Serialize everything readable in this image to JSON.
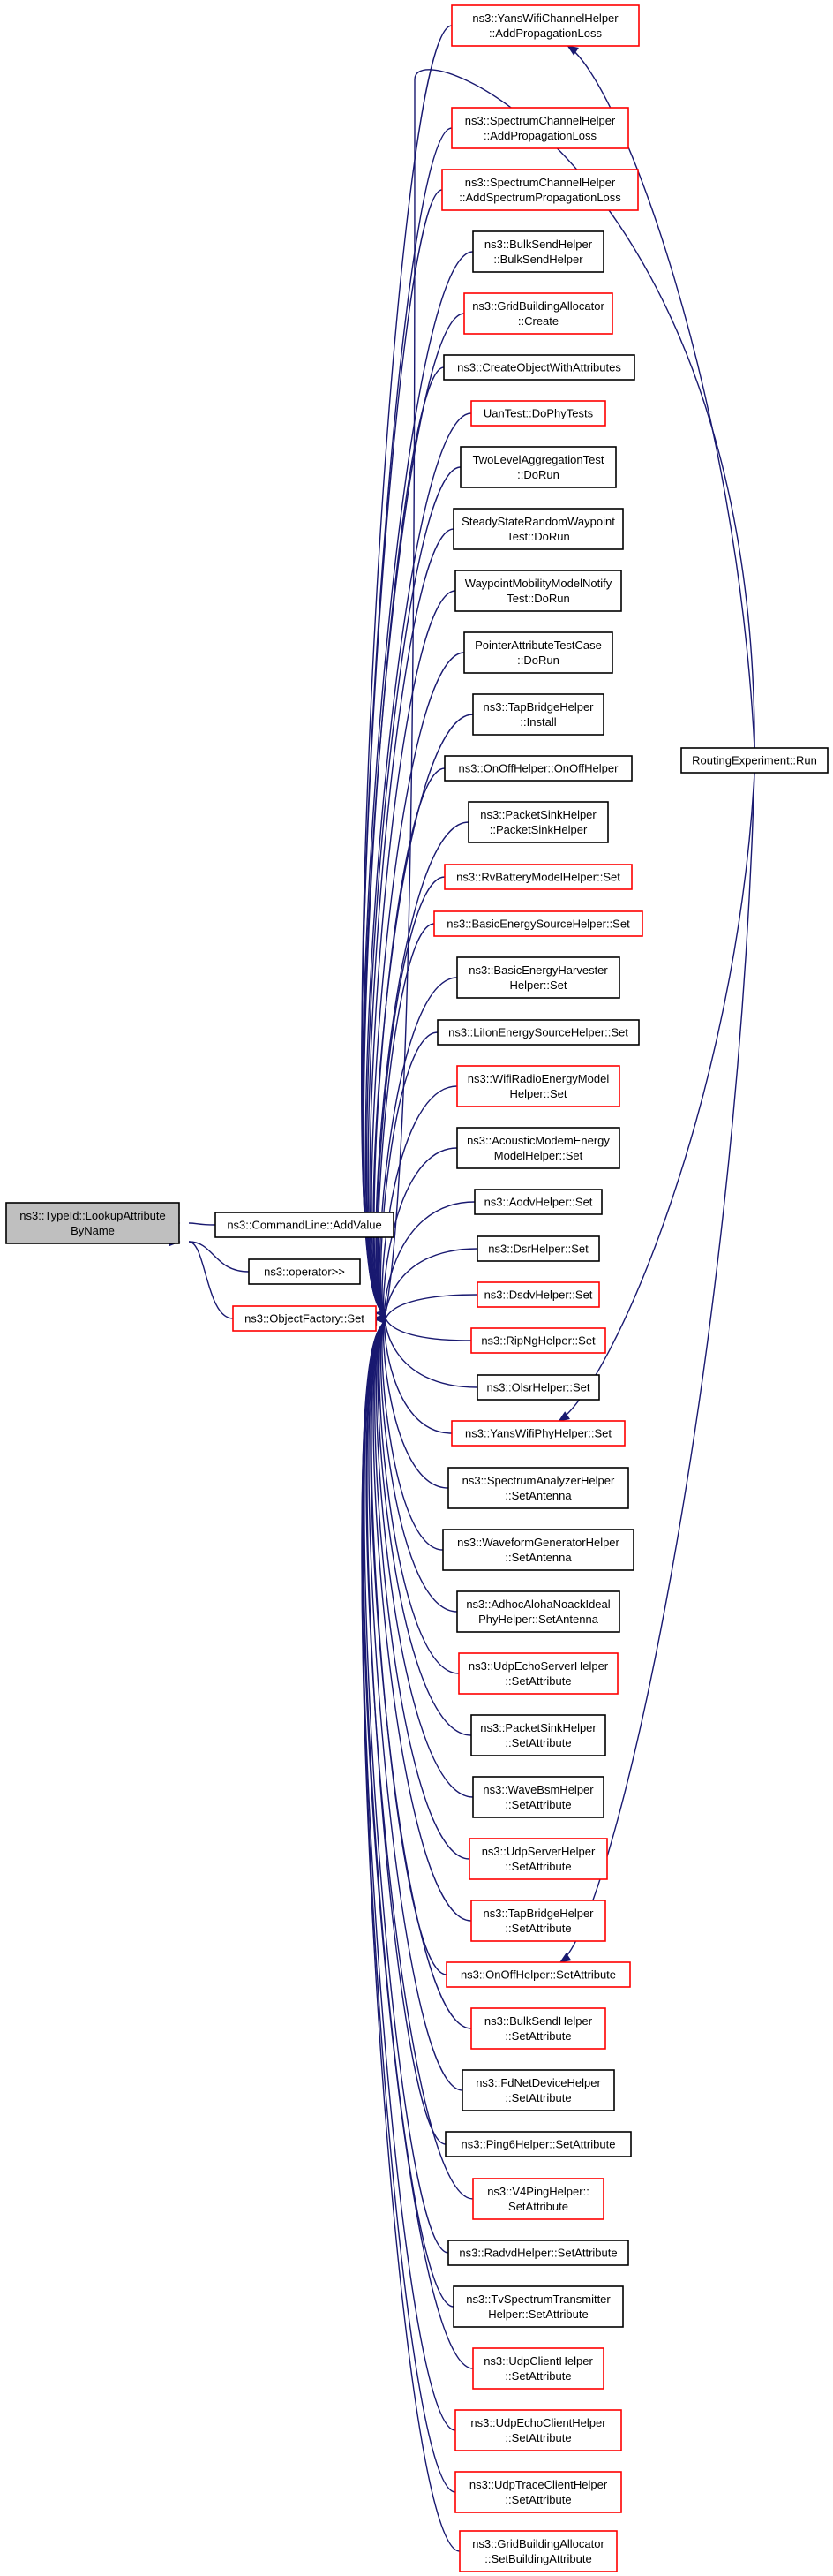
{
  "graph": {
    "root": {
      "id": "root",
      "label": [
        "ns3::TypeId::LookupAttribute",
        "ByName"
      ],
      "style": "root"
    },
    "level1": [
      {
        "id": "addvalue",
        "label": [
          "ns3::CommandLine::AddValue"
        ],
        "style": "black"
      },
      {
        "id": "operator",
        "label": [
          "ns3::operator>>"
        ],
        "style": "black"
      },
      {
        "id": "objfactset",
        "label": [
          "ns3::ObjectFactory::Set"
        ],
        "style": "red"
      }
    ],
    "callers": [
      {
        "id": "yanswifichannel",
        "label": [
          "ns3::YansWifiChannelHelper",
          "::AddPropagationLoss"
        ],
        "style": "red"
      },
      {
        "id": "specchan_prop",
        "label": [
          "ns3::SpectrumChannelHelper",
          "::AddPropagationLoss"
        ],
        "style": "red"
      },
      {
        "id": "specchan_specprop",
        "label": [
          "ns3::SpectrumChannelHelper",
          "::AddSpectrumPropagationLoss"
        ],
        "style": "red"
      },
      {
        "id": "bulksend_ctor",
        "label": [
          "ns3::BulkSendHelper",
          "::BulkSendHelper"
        ],
        "style": "black"
      },
      {
        "id": "gridbuilding_create",
        "label": [
          "ns3::GridBuildingAllocator",
          "::Create"
        ],
        "style": "red"
      },
      {
        "id": "createobj",
        "label": [
          "ns3::CreateObjectWithAttributes"
        ],
        "style": "black"
      },
      {
        "id": "uantest",
        "label": [
          "UanTest::DoPhyTests"
        ],
        "style": "red"
      },
      {
        "id": "twolevel",
        "label": [
          "TwoLevelAggregationTest",
          "::DoRun"
        ],
        "style": "black"
      },
      {
        "id": "steadystate",
        "label": [
          "SteadyStateRandomWaypoint",
          "Test::DoRun"
        ],
        "style": "black"
      },
      {
        "id": "waypointnotify",
        "label": [
          "WaypointMobilityModelNotify",
          "Test::DoRun"
        ],
        "style": "black"
      },
      {
        "id": "pointerattr",
        "label": [
          "PointerAttributeTestCase",
          "::DoRun"
        ],
        "style": "black"
      },
      {
        "id": "tapbridge_install",
        "label": [
          "ns3::TapBridgeHelper",
          "::Install"
        ],
        "style": "black"
      },
      {
        "id": "onoff_ctor",
        "label": [
          "ns3::OnOffHelper::OnOffHelper"
        ],
        "style": "black"
      },
      {
        "id": "packetsink_ctor",
        "label": [
          "ns3::PacketSinkHelper",
          "::PacketSinkHelper"
        ],
        "style": "black"
      },
      {
        "id": "rvbattery",
        "label": [
          "ns3::RvBatteryModelHelper::Set"
        ],
        "style": "red"
      },
      {
        "id": "basicenergysrc",
        "label": [
          "ns3::BasicEnergySourceHelper::Set"
        ],
        "style": "red"
      },
      {
        "id": "basicharvester",
        "label": [
          "ns3::BasicEnergyHarvester",
          "Helper::Set"
        ],
        "style": "black"
      },
      {
        "id": "liion",
        "label": [
          "ns3::LiIonEnergySourceHelper::Set"
        ],
        "style": "black"
      },
      {
        "id": "wifiradio",
        "label": [
          "ns3::WifiRadioEnergyModel",
          "Helper::Set"
        ],
        "style": "red"
      },
      {
        "id": "acoustic",
        "label": [
          "ns3::AcousticModemEnergy",
          "ModelHelper::Set"
        ],
        "style": "black"
      },
      {
        "id": "aodv",
        "label": [
          "ns3::AodvHelper::Set"
        ],
        "style": "black"
      },
      {
        "id": "dsr",
        "label": [
          "ns3::DsrHelper::Set"
        ],
        "style": "black"
      },
      {
        "id": "dsdv",
        "label": [
          "ns3::DsdvHelper::Set"
        ],
        "style": "red"
      },
      {
        "id": "ripng",
        "label": [
          "ns3::RipNgHelper::Set"
        ],
        "style": "red"
      },
      {
        "id": "olsr",
        "label": [
          "ns3::OlsrHelper::Set"
        ],
        "style": "black"
      },
      {
        "id": "yanswifiphy",
        "label": [
          "ns3::YansWifiPhyHelper::Set"
        ],
        "style": "red"
      },
      {
        "id": "specanalyzer",
        "label": [
          "ns3::SpectrumAnalyzerHelper",
          "::SetAntenna"
        ],
        "style": "black"
      },
      {
        "id": "waveformgen",
        "label": [
          "ns3::WaveformGeneratorHelper",
          "::SetAntenna"
        ],
        "style": "black"
      },
      {
        "id": "adhocaloha",
        "label": [
          "ns3::AdhocAlohaNoackIdeal",
          "PhyHelper::SetAntenna"
        ],
        "style": "black"
      },
      {
        "id": "udpechoserver",
        "label": [
          "ns3::UdpEchoServerHelper",
          "::SetAttribute"
        ],
        "style": "red"
      },
      {
        "id": "packetsink_setattr",
        "label": [
          "ns3::PacketSinkHelper",
          "::SetAttribute"
        ],
        "style": "black"
      },
      {
        "id": "wavebsm",
        "label": [
          "ns3::WaveBsmHelper",
          "::SetAttribute"
        ],
        "style": "black"
      },
      {
        "id": "udpserver",
        "label": [
          "ns3::UdpServerHelper",
          "::SetAttribute"
        ],
        "style": "red"
      },
      {
        "id": "tapbridge_setattr",
        "label": [
          "ns3::TapBridgeHelper",
          "::SetAttribute"
        ],
        "style": "red"
      },
      {
        "id": "onoff_setattr",
        "label": [
          "ns3::OnOffHelper::SetAttribute"
        ],
        "style": "red"
      },
      {
        "id": "bulksend_setattr",
        "label": [
          "ns3::BulkSendHelper",
          "::SetAttribute"
        ],
        "style": "red"
      },
      {
        "id": "fdnet",
        "label": [
          "ns3::FdNetDeviceHelper",
          "::SetAttribute"
        ],
        "style": "black"
      },
      {
        "id": "ping6",
        "label": [
          "ns3::Ping6Helper::SetAttribute"
        ],
        "style": "black"
      },
      {
        "id": "v4ping",
        "label": [
          "ns3::V4PingHelper::",
          "SetAttribute"
        ],
        "style": "red"
      },
      {
        "id": "radvd",
        "label": [
          "ns3::RadvdHelper::SetAttribute"
        ],
        "style": "black"
      },
      {
        "id": "tvspectrum",
        "label": [
          "ns3::TvSpectrumTransmitter",
          "Helper::SetAttribute"
        ],
        "style": "black"
      },
      {
        "id": "udpclient",
        "label": [
          "ns3::UdpClientHelper",
          "::SetAttribute"
        ],
        "style": "red"
      },
      {
        "id": "udpechoclient",
        "label": [
          "ns3::UdpEchoClientHelper",
          "::SetAttribute"
        ],
        "style": "red"
      },
      {
        "id": "udptraceclient",
        "label": [
          "ns3::UdpTraceClientHelper",
          "::SetAttribute"
        ],
        "style": "red"
      },
      {
        "id": "gridbuilding_setbuilding",
        "label": [
          "ns3::GridBuildingAllocator",
          "::SetBuildingAttribute"
        ],
        "style": "red"
      }
    ],
    "far": {
      "id": "routingrun",
      "label": [
        "RoutingExperiment::Run"
      ],
      "style": "black"
    },
    "far_calls": [
      "yanswifichannel",
      "objfactset",
      "yanswifiphy",
      "onoff_setattr"
    ]
  }
}
